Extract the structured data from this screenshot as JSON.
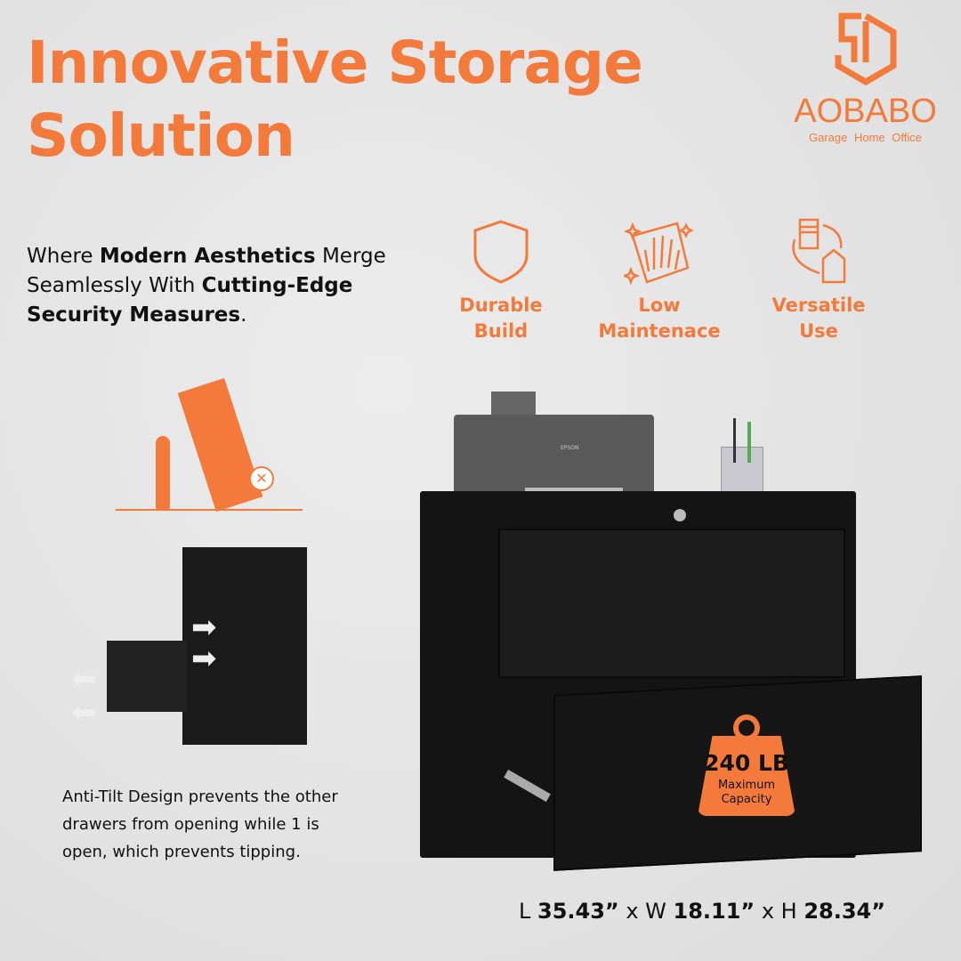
{
  "headline": {
    "line1": "Innovative Storage",
    "line2": "Solution"
  },
  "brand": {
    "name": "AOBABO",
    "tagline": "Garage Home Office"
  },
  "intro": {
    "t1": "Where ",
    "b1": "Modern Aesthetics",
    "t2": " Merge Seamlessly With ",
    "b2": "Cutting-Edge Security Measures",
    "t3": "."
  },
  "features": [
    {
      "icon": "shield-icon",
      "line1": "Durable",
      "line2": "Build"
    },
    {
      "icon": "cleaning-hand-icon",
      "line1": "Low",
      "line2": "Maintenace"
    },
    {
      "icon": "house-cycle-icon",
      "line1": "Versatile",
      "line2": "Use"
    }
  ],
  "anti_tilt_note": "Anti-Tilt Design prevents the other drawers from opening while 1 is open, which prevents tipping.",
  "capacity": {
    "value": "240 LB",
    "label1": "Maximum",
    "label2": "Capacity"
  },
  "dimensions": {
    "l_label": "L ",
    "l": "35.43”",
    "w_label": " x W ",
    "w": "18.11”",
    "h_label": " x H ",
    "h": "28.34”"
  },
  "printer_label": "EPSON",
  "colors": {
    "accent": "#f47a3c",
    "cabinet": "#141414"
  }
}
